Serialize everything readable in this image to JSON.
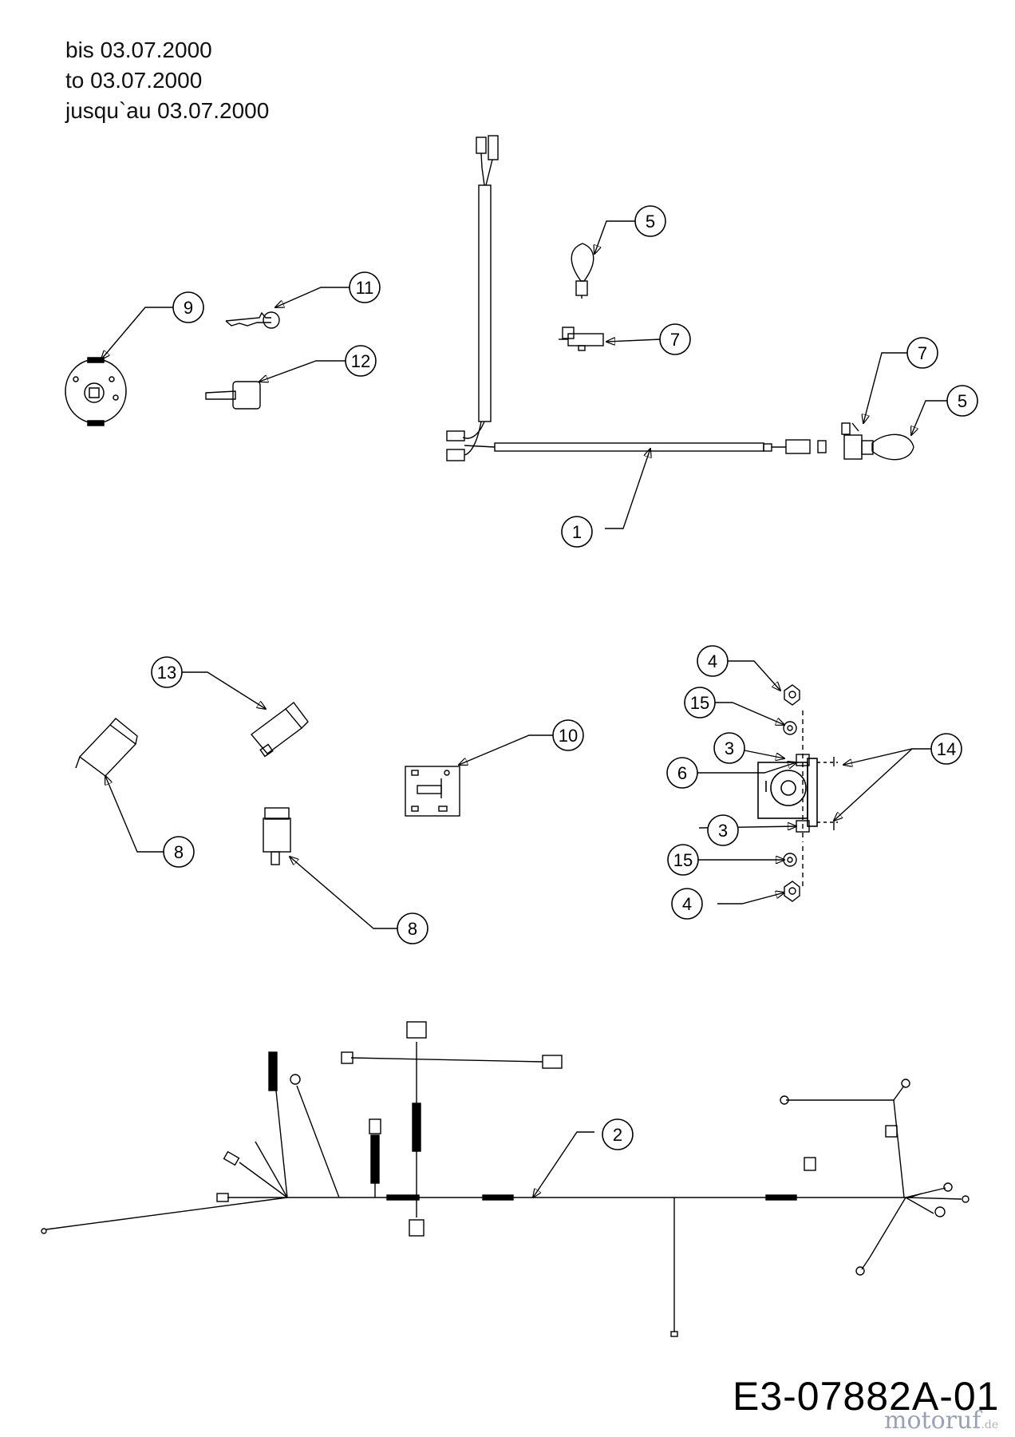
{
  "header": {
    "line1": "bis 03.07.2000",
    "line2": "to 03.07.2000",
    "line3": "jusqu`au 03.07.2000"
  },
  "document_number": "E3-07882A-01",
  "watermark": {
    "main": "motoruf",
    "tld": ".de"
  },
  "callouts": [
    {
      "label": "1",
      "name": "callout-1"
    },
    {
      "label": "2",
      "name": "callout-2"
    },
    {
      "label": "3",
      "name": "callout-3-upper"
    },
    {
      "label": "3",
      "name": "callout-3-lower"
    },
    {
      "label": "4",
      "name": "callout-4-upper"
    },
    {
      "label": "4",
      "name": "callout-4-lower"
    },
    {
      "label": "5",
      "name": "callout-5-upper"
    },
    {
      "label": "5",
      "name": "callout-5-right"
    },
    {
      "label": "6",
      "name": "callout-6"
    },
    {
      "label": "7",
      "name": "callout-7-upper"
    },
    {
      "label": "7",
      "name": "callout-7-right"
    },
    {
      "label": "8",
      "name": "callout-8-left"
    },
    {
      "label": "8",
      "name": "callout-8-center"
    },
    {
      "label": "9",
      "name": "callout-9"
    },
    {
      "label": "10",
      "name": "callout-10"
    },
    {
      "label": "11",
      "name": "callout-11"
    },
    {
      "label": "12",
      "name": "callout-12"
    },
    {
      "label": "13",
      "name": "callout-13"
    },
    {
      "label": "14",
      "name": "callout-14"
    },
    {
      "label": "15",
      "name": "callout-15-upper"
    },
    {
      "label": "15",
      "name": "callout-15-lower"
    }
  ]
}
